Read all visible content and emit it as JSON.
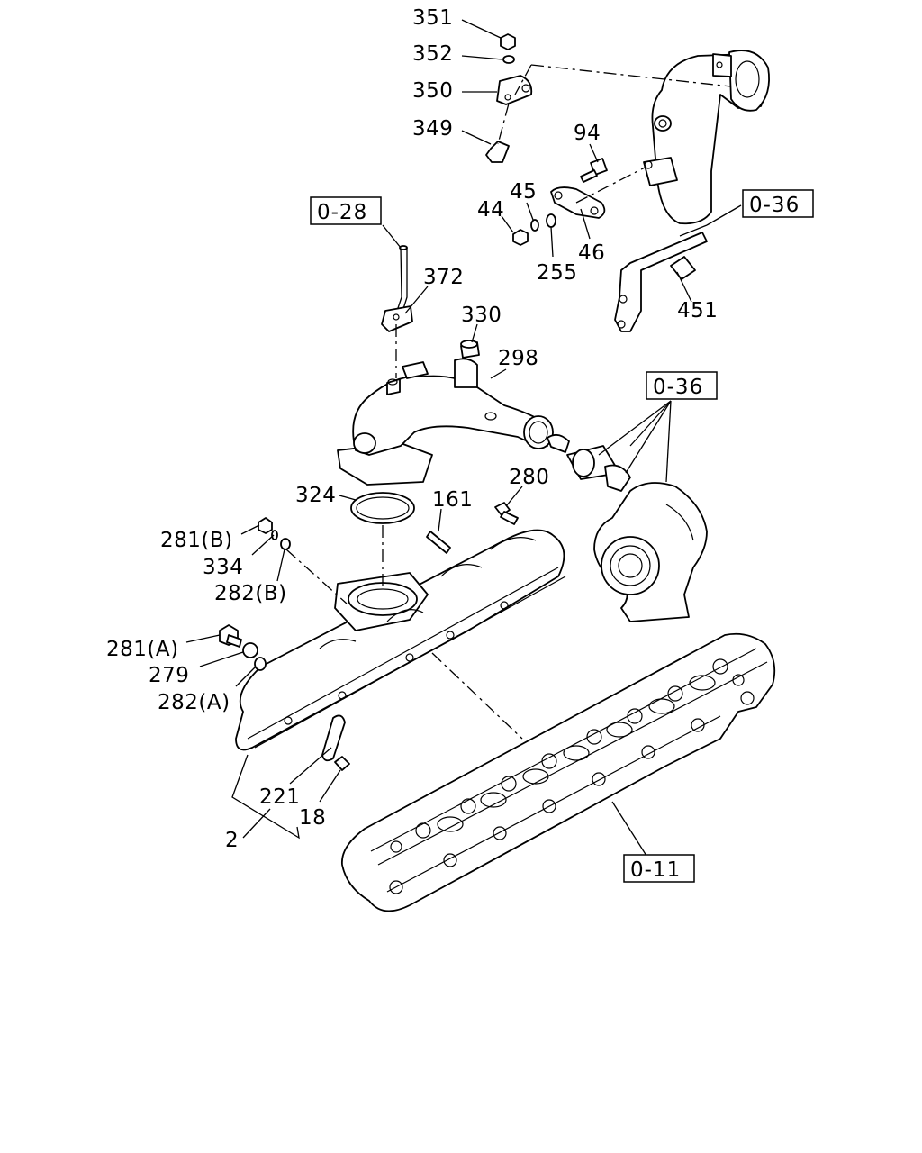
{
  "labels": {
    "p351": "351",
    "p352": "352",
    "p350": "350",
    "p349": "349",
    "p94": "94",
    "p45": "45",
    "p44": "44",
    "p46": "46",
    "p255": "255",
    "p451": "451",
    "p372": "372",
    "p330": "330",
    "p298": "298",
    "p324": "324",
    "p161": "161",
    "p280": "280",
    "p281b": "281(B)",
    "p334": "334",
    "p282b": "282(B)",
    "p281a": "281(A)",
    "p279": "279",
    "p282a": "282(A)",
    "p221": "221",
    "p18": "18",
    "p2": "2"
  },
  "refs": {
    "r028": "0-28",
    "r036a": "0-36",
    "r036b": "0-36",
    "r011": "0-11"
  }
}
